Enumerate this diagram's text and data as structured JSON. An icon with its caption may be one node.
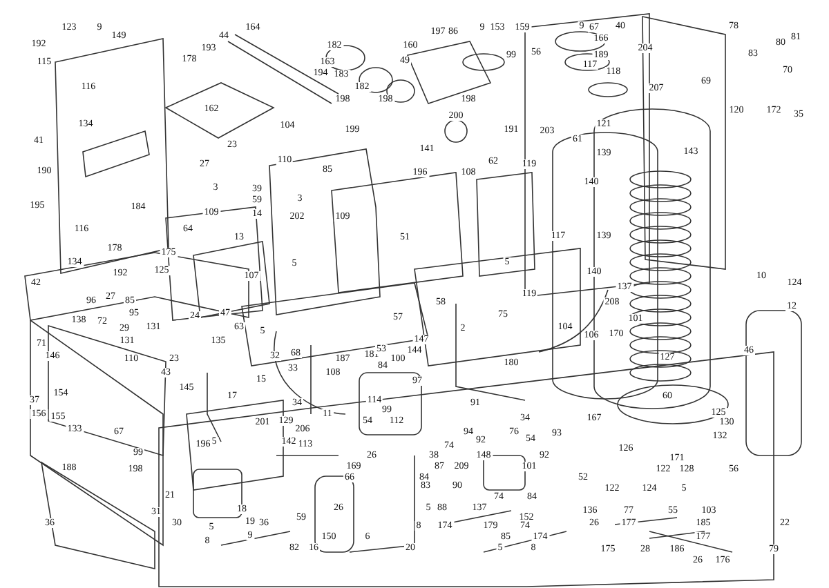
{
  "diagram": {
    "labels": [
      "123",
      "9",
      "149",
      "192",
      "115",
      "178",
      "116",
      "134",
      "41",
      "190",
      "162",
      "195",
      "184",
      "116",
      "134",
      "178",
      "175",
      "192",
      "125",
      "42",
      "64",
      "109",
      "107",
      "44",
      "164",
      "193",
      "23",
      "27",
      "3",
      "39",
      "59",
      "14",
      "13",
      "182",
      "163",
      "194",
      "183",
      "182",
      "160",
      "49",
      "197",
      "86",
      "9",
      "153",
      "159",
      "99",
      "56",
      "198",
      "198",
      "199",
      "198",
      "200",
      "191",
      "141",
      "196",
      "108",
      "62",
      "104",
      "110",
      "85",
      "3",
      "202",
      "109",
      "51",
      "5",
      "5",
      "119",
      "203",
      "119",
      "9",
      "67",
      "166",
      "40",
      "189",
      "117",
      "118",
      "204",
      "207",
      "61",
      "121",
      "139",
      "140",
      "143",
      "120",
      "69",
      "78",
      "80",
      "81",
      "83",
      "70",
      "172",
      "35",
      "117",
      "139",
      "140",
      "137",
      "10",
      "124",
      "27",
      "96",
      "85",
      "138",
      "72",
      "29",
      "95",
      "131",
      "131",
      "24",
      "47",
      "63",
      "71",
      "135",
      "110",
      "23",
      "146",
      "43",
      "37",
      "154",
      "145",
      "17",
      "156",
      "155",
      "133",
      "67",
      "5",
      "201",
      "142",
      "196",
      "99",
      "188",
      "198",
      "21",
      "31",
      "18",
      "36",
      "30",
      "5",
      "19",
      "36",
      "8",
      "9",
      "15",
      "5",
      "32",
      "58",
      "57",
      "75",
      "2",
      "68",
      "147",
      "187",
      "181",
      "53",
      "100",
      "144",
      "84",
      "180",
      "108",
      "114",
      "33",
      "97",
      "34",
      "91",
      "34",
      "11",
      "99",
      "112",
      "206",
      "129",
      "54",
      "113",
      "94",
      "92",
      "76",
      "74",
      "54",
      "26",
      "38",
      "148",
      "92",
      "169",
      "87",
      "209",
      "101",
      "66",
      "84",
      "83",
      "90",
      "74",
      "84",
      "26",
      "5",
      "88",
      "137",
      "59",
      "152",
      "8",
      "174",
      "179",
      "74",
      "150",
      "6",
      "85",
      "174",
      "82",
      "16",
      "20",
      "5",
      "8",
      "208",
      "104",
      "106",
      "170",
      "101",
      "127",
      "46",
      "12",
      "60",
      "167",
      "125",
      "130",
      "93",
      "132",
      "126",
      "171",
      "122",
      "128",
      "56",
      "52",
      "122",
      "124",
      "5",
      "136",
      "77",
      "55",
      "103",
      "26",
      "177",
      "185",
      "22",
      "177",
      "175",
      "28",
      "186",
      "79",
      "26",
      "176"
    ]
  }
}
